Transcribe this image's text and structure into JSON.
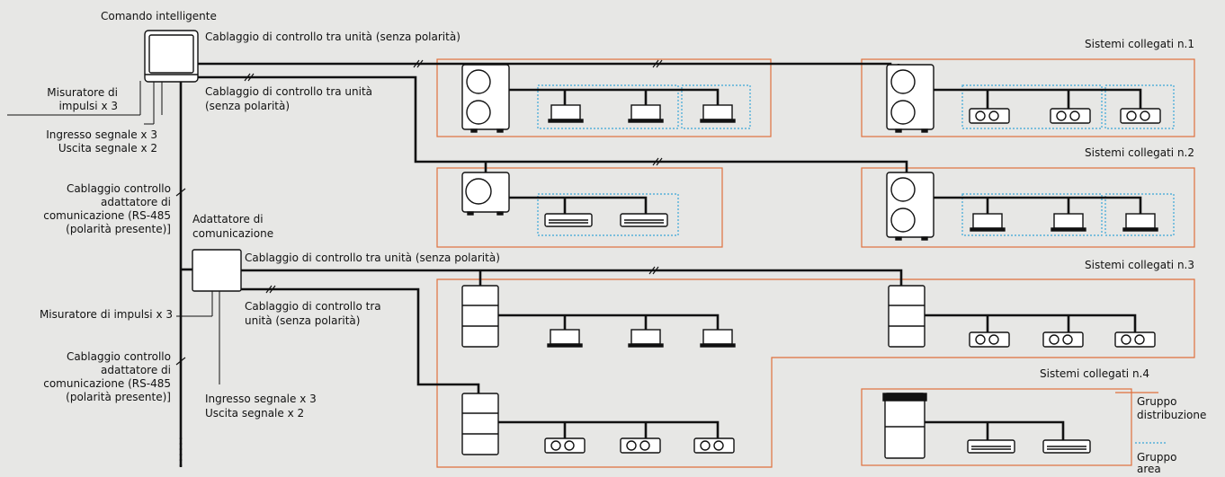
{
  "labels": {
    "smart_control": "Comando intelligente",
    "wiring_top": "Cablaggio di controllo tra unità (senza polarità)",
    "wiring_mid_1": "Cablaggio di controllo tra unità",
    "wiring_mid_2": "(senza polarità)",
    "pulse_meter_1": "Misuratore di",
    "pulse_meter_2": "impulsi x 3",
    "signal_in_1": "Ingresso segnale x 3",
    "signal_out_1": "Uscita segnale x 2",
    "rs485_1": [
      "Cablaggio controllo",
      "adattatore di",
      "comunicazione (RS-485",
      "(polarità presente)]"
    ],
    "adapter_1": "Adattatore di",
    "adapter_2": "comunicazione",
    "wiring_adapter": "Cablaggio di controllo tra unità (senza polarità)",
    "pulse_meter_b": "Misuratore di impulsi x 3",
    "wiring_adapter_2a": "Cablaggio di controllo tra",
    "wiring_adapter_2b": "unità (senza polarità)",
    "rs485_2": [
      "Cablaggio controllo",
      "adattatore di",
      "comunicazione (RS-485",
      "(polarità presente)]"
    ],
    "signal_in_2": "Ingresso segnale x 3",
    "signal_out_2": "Uscita segnale x 2"
  },
  "systems": [
    "Sistemi collegati n.1",
    "Sistemi collegati n.2",
    "Sistemi collegati n.3",
    "Sistemi collegati n.4"
  ],
  "legend": {
    "distribution_1": "Gruppo",
    "distribution_2": "distribuzione",
    "area_1": "Gruppo",
    "area_2": "area"
  },
  "colors": {
    "background": "#e7e7e5",
    "distribution_group": "#e0703c",
    "area_group": "#3aa6d8",
    "wire": "#111111"
  }
}
